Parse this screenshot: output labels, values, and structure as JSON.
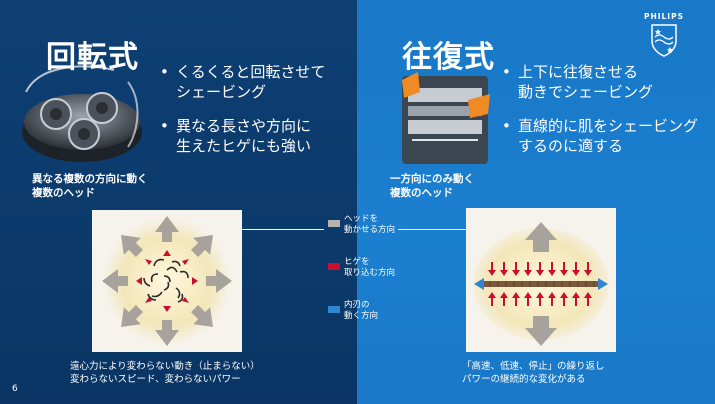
{
  "left": {
    "title": "回転式",
    "bullets": [
      "くるくると回転させて\nシェービング",
      "異なる長さや方向に\n生えたヒゲにも強い"
    ],
    "caption": "異なる複数の方向に動く\n複数のヘッド",
    "footer": "遠心力により変わらない動き（止まらない）\n変わらないスピード、変わらないパワー"
  },
  "right": {
    "title": "往復式",
    "bullets": [
      "上下に往復させる\n動きでシェービング",
      "直線的に肌をシェービング\nするのに適する"
    ],
    "caption": "一方向にのみ動く\n複数のヘッド",
    "footer": "「高速、低速、停止」の繰り返し\nパワーの継続的な変化がある"
  },
  "legend": [
    {
      "label": "ヘッドを\n動かせる方向",
      "color": "#b8b4ad"
    },
    {
      "label": "ヒゲを\n取り込む方向",
      "color": "#c8102e"
    },
    {
      "label": "内刃の\n動く方向",
      "color": "#2e86d1"
    }
  ],
  "brand": {
    "wordmark": "PHILIPS"
  },
  "page_number": "6",
  "colors": {
    "left_bg": "#0e3f73",
    "right_bg": "#1b7fcf",
    "arrow_gray": "#a7a39c",
    "arrow_red": "#c8102e",
    "glow": "#f3e6b8"
  }
}
